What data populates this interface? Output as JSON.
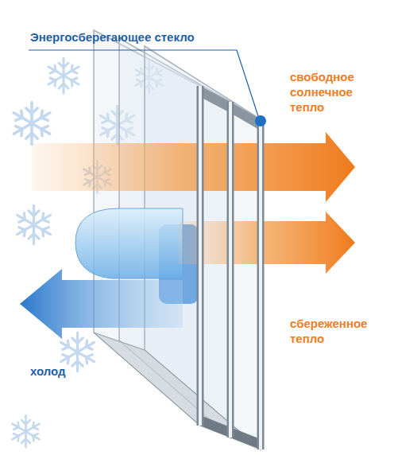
{
  "diagram": {
    "labels": [
      "Энергосберегающее стекло",
      "свободное солнечное тепло",
      "сбереженное тепло",
      "холод"
    ]
  }
}
